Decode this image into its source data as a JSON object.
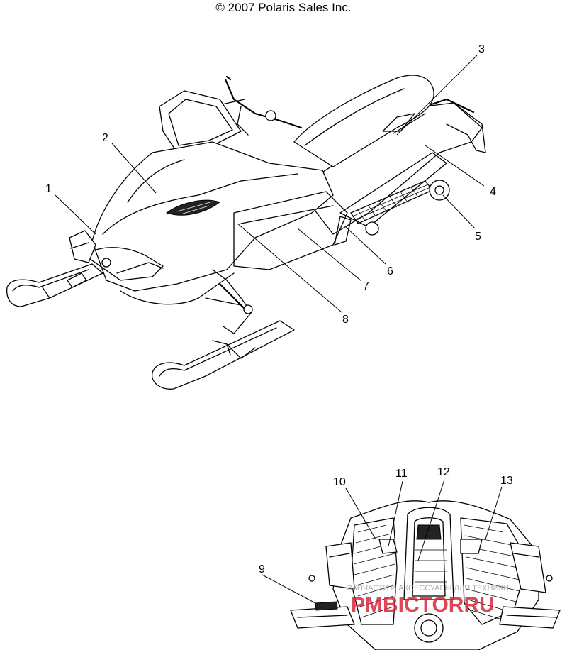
{
  "header": {
    "copyright": "© 2007 Polaris Sales Inc."
  },
  "callouts": [
    {
      "number": "1"
    },
    {
      "number": "2"
    },
    {
      "number": "3"
    },
    {
      "number": "4"
    },
    {
      "number": "5"
    },
    {
      "number": "6"
    },
    {
      "number": "7"
    },
    {
      "number": "8"
    },
    {
      "number": "9"
    },
    {
      "number": "10"
    },
    {
      "number": "11"
    },
    {
      "number": "12"
    },
    {
      "number": "13"
    }
  ],
  "watermark": {
    "line1": "ЗАПЧАСТИ И АКСЕССУАРЫ ДЛЯ ТЕХНИКИ",
    "line2": "PMBICTORRU"
  },
  "colors": {
    "line": "#000000",
    "background": "#ffffff",
    "watermark": "#d8283a"
  }
}
